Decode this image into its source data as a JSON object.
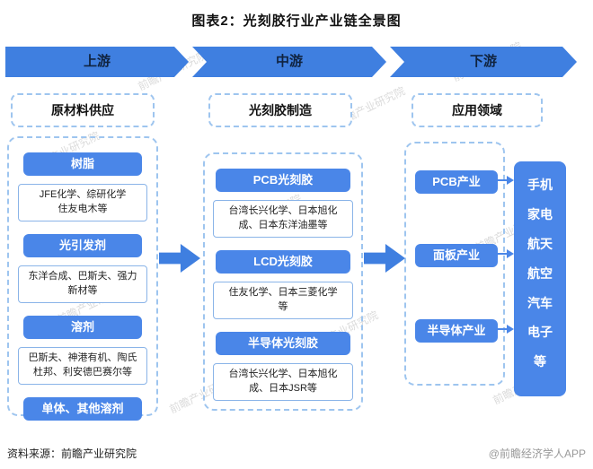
{
  "title": "图表2：光刻胶行业产业链全景图",
  "banners": [
    {
      "label": "上游"
    },
    {
      "label": "中游"
    },
    {
      "label": "下游"
    }
  ],
  "upstream": {
    "header": "原材料供应",
    "groups": [
      {
        "label": "树脂",
        "companies": "JFE化学、综研化学\n住友电木等"
      },
      {
        "label": "光引发剂",
        "companies": "东洋合成、巴斯夫、强力\n新材等"
      },
      {
        "label": "溶剂",
        "companies": "巴斯夫、神港有机、陶氏\n杜邦、利安德巴赛尔等"
      },
      {
        "label": "单体、其他溶剂"
      }
    ]
  },
  "midstream": {
    "header": "光刻胶制造",
    "groups": [
      {
        "label": "PCB光刻胶",
        "companies": "台湾长兴化学、日本旭化\n成、日本东洋油墨等"
      },
      {
        "label": "LCD光刻胶",
        "companies": "住友化学、日本三菱化学\n等"
      },
      {
        "label": "半导体光刻胶",
        "companies": "台湾长兴化学、日本旭化\n成、日本JSR等"
      }
    ]
  },
  "downstream": {
    "header": "应用领域",
    "industries": [
      {
        "label": "PCB产业"
      },
      {
        "label": "面板产业"
      },
      {
        "label": "半导体产业"
      }
    ],
    "applications": "手机\n家电\n航天\n航空\n汽车\n电子\n等"
  },
  "footer": {
    "source": "资料来源：前瞻产业研究院",
    "credit": "@前瞻经济学人APP"
  },
  "watermark": "前瞻产业研究院",
  "colors": {
    "banner_blue": "#3f7fe0",
    "button_blue": "#4a86e8",
    "dashed_border": "#9ec5ef"
  }
}
